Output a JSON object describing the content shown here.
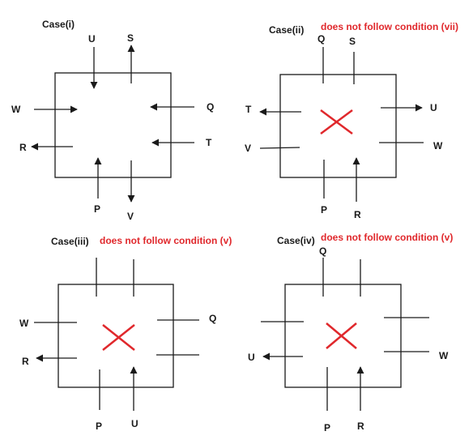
{
  "colors": {
    "ink": "#1a1a1a",
    "accent": "#e0282c"
  },
  "panels": [
    {
      "title": "Case(i)",
      "note": "",
      "rejected": false,
      "labels": [
        "U",
        "S",
        "W",
        "Q",
        "R",
        "T",
        "P",
        "V"
      ]
    },
    {
      "title": "Case(ii)",
      "note": "does not follow condition (vii)",
      "rejected": true,
      "labels": [
        "Q",
        "S",
        "T",
        "U",
        "V",
        "W",
        "P",
        "R"
      ]
    },
    {
      "title": "Case(iii)",
      "note": "does not follow condition (v)",
      "rejected": true,
      "labels": [
        "W",
        "Q",
        "R",
        "P",
        "U"
      ]
    },
    {
      "title": "Case(iv)",
      "note": "does not follow condition (v)",
      "rejected": true,
      "labels": [
        "Q",
        "U",
        "W",
        "P",
        "R"
      ]
    }
  ]
}
